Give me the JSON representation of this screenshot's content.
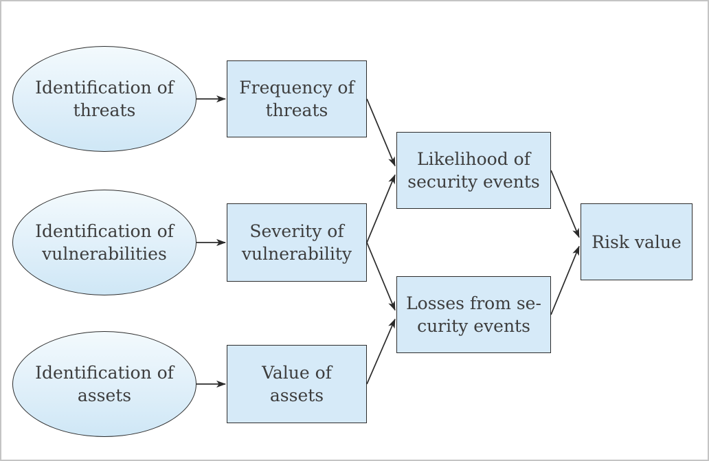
{
  "figure": {
    "background_color": "#ffffff",
    "frame_color": "#c4c4c4",
    "shape_stroke_color": "#2b2b2b",
    "rect_fill_color": "#d6eaf8",
    "ellipse_fill_top_color": "#f3fafd",
    "ellipse_fill_bottom_color": "#cfe7f6",
    "text_color": "#3d3d3d",
    "arrowhead_icon": "filled-concave-triangle"
  },
  "diagram": {
    "nodes": {
      "identification_of_threats": {
        "shape": "ellipse",
        "lines": [
          "Identification of",
          "threats"
        ]
      },
      "identification_of_vulnerabilities": {
        "shape": "ellipse",
        "lines": [
          "Identification of",
          "vulnerabilities"
        ]
      },
      "identification_of_assets": {
        "shape": "ellipse",
        "lines": [
          "Identification of",
          "assets"
        ]
      },
      "frequency_of_threats": {
        "shape": "rect",
        "lines": [
          "Frequency of",
          "threats"
        ]
      },
      "severity_of_vulnerability": {
        "shape": "rect",
        "lines": [
          "Severity of",
          "vulnerability"
        ]
      },
      "value_of_assets": {
        "shape": "rect",
        "lines": [
          "Value of",
          "assets"
        ]
      },
      "likelihood_of_security_events": {
        "shape": "rect",
        "lines": [
          "Likelihood of",
          "security events"
        ]
      },
      "losses_from_security_events": {
        "shape": "rect",
        "lines": [
          "Losses from se-",
          "curity events"
        ]
      },
      "risk_value": {
        "shape": "rect",
        "lines": [
          "Risk value"
        ]
      }
    },
    "edges": [
      {
        "from": "identification_of_threats",
        "to": "frequency_of_threats"
      },
      {
        "from": "identification_of_vulnerabilities",
        "to": "severity_of_vulnerability"
      },
      {
        "from": "identification_of_assets",
        "to": "value_of_assets"
      },
      {
        "from": "frequency_of_threats",
        "to": "likelihood_of_security_events"
      },
      {
        "from": "severity_of_vulnerability",
        "to": "likelihood_of_security_events"
      },
      {
        "from": "severity_of_vulnerability",
        "to": "losses_from_security_events"
      },
      {
        "from": "value_of_assets",
        "to": "losses_from_security_events"
      },
      {
        "from": "likelihood_of_security_events",
        "to": "risk_value"
      },
      {
        "from": "losses_from_security_events",
        "to": "risk_value"
      }
    ]
  }
}
